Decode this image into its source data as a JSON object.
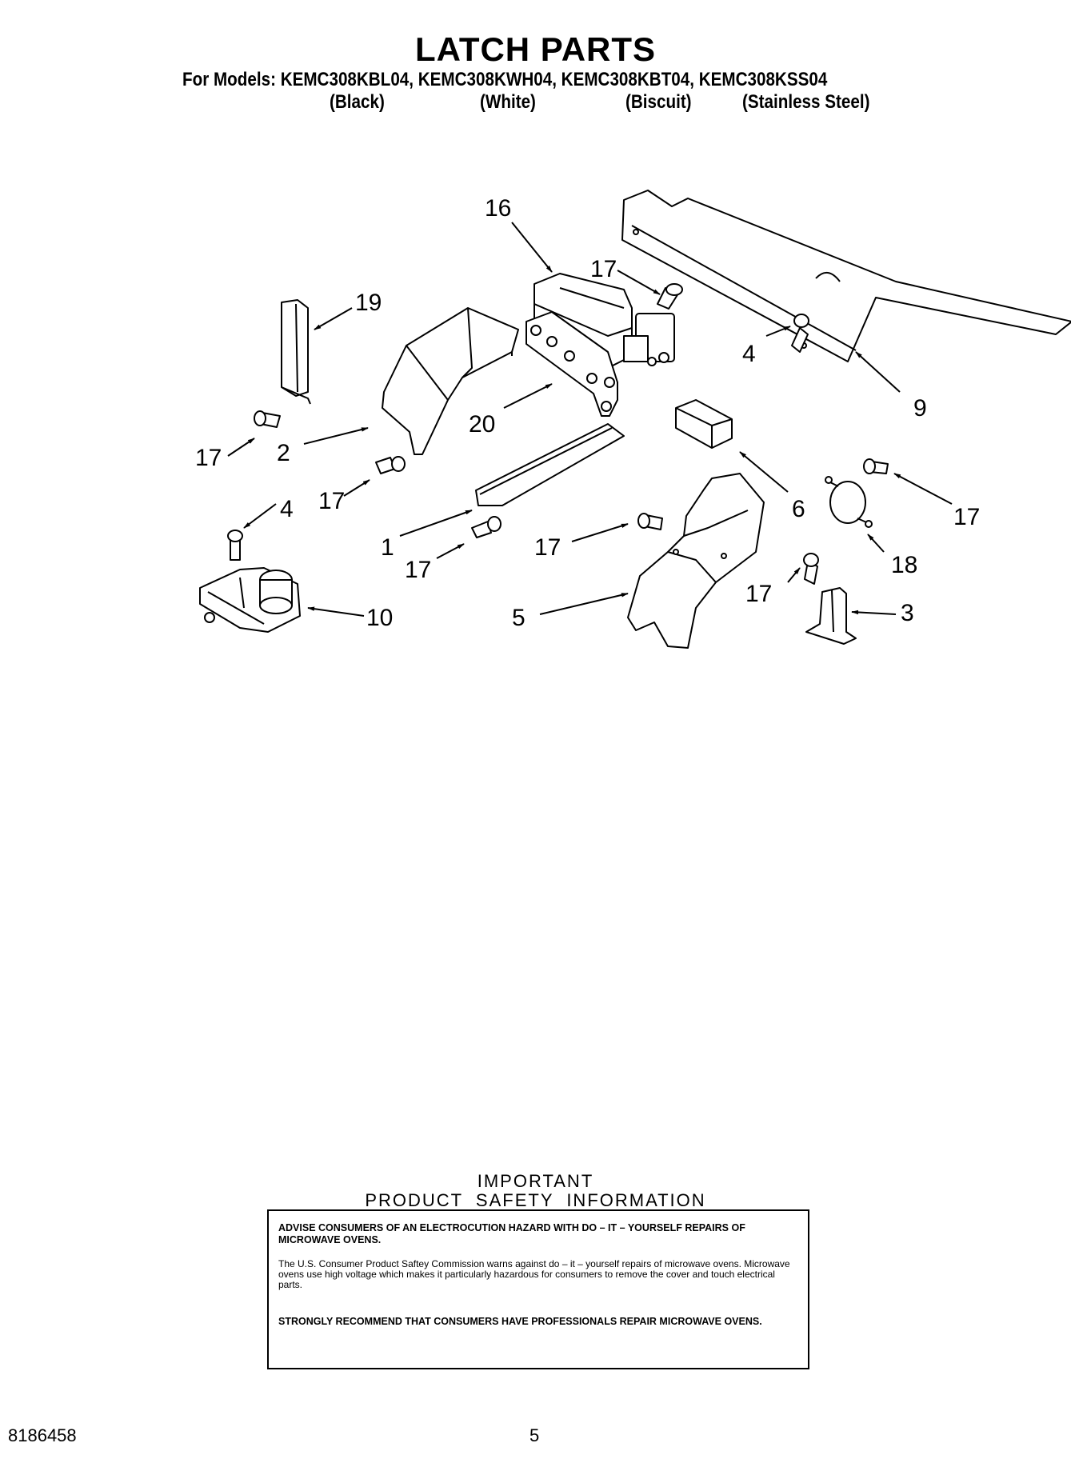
{
  "header": {
    "title": "LATCH PARTS",
    "models_line": "For Models: KEMC308KBL04, KEMC308KWH04, KEMC308KBT04, KEMC308KSS04",
    "colors": [
      "(Black)",
      "(White)",
      "(Biscuit)",
      "(Stainless Steel)"
    ]
  },
  "callouts": {
    "c16": "16",
    "c17a": "17",
    "c19": "19",
    "c4a": "4",
    "c9": "9",
    "c20": "20",
    "c2": "2",
    "c17b": "17",
    "c17c": "17",
    "c6": "6",
    "c17d": "17",
    "c4b": "4",
    "c18": "18",
    "c1": "1",
    "c17e": "17",
    "c17f": "17",
    "c17g": "17",
    "c10": "10",
    "c5": "5",
    "c3": "3"
  },
  "safety": {
    "heading_line1": "IMPORTANT",
    "heading_line2": "PRODUCT  SAFETY  INFORMATION",
    "advise": "ADVISE CONSUMERS OF AN ELECTROCUTION HAZARD WITH DO – IT – YOURSELF REPAIRS OF MICROWAVE OVENS.",
    "commission": "The U.S. Consumer Product Saftey Commission warns against do – it – yourself repairs of microwave ovens. Microwave ovens use high voltage which makes it particularly hazardous for consumers to remove the cover and touch electrical parts.",
    "recommend": "STRONGLY RECOMMEND THAT CONSUMERS HAVE PROFESSIONALS REPAIR MICROWAVE OVENS."
  },
  "footer": {
    "part_number": "8186458",
    "page_number": "5"
  }
}
